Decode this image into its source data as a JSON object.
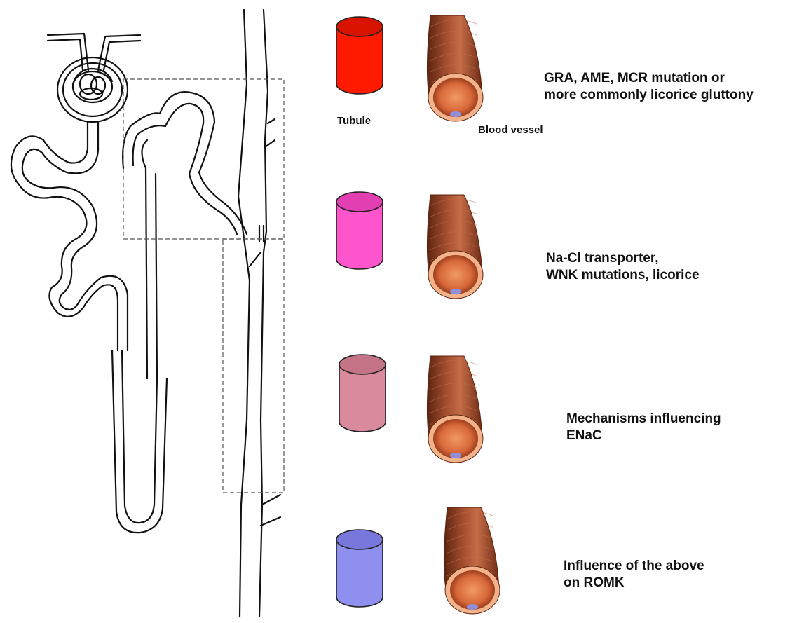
{
  "labels": {
    "tubule": "Tubule",
    "blood_vessel": "Blood vessel"
  },
  "rows": [
    {
      "tubule_color": "#ff1a00",
      "tubule_shade": "#d81400",
      "text_lines": [
        "GRA, AME, MCR mutation or",
        "more commonly licorice gluttony"
      ]
    },
    {
      "tubule_color": "#ff55cc",
      "tubule_shade": "#e23fb2",
      "text_lines": [
        "Na-Cl transporter,",
        "WNK mutations, licorice"
      ]
    },
    {
      "tubule_color": "#d98a9c",
      "tubule_shade": "#c47486",
      "text_lines": [
        "Mechanisms influencing",
        "ENaC"
      ]
    },
    {
      "tubule_color": "#8f8ff0",
      "tubule_shade": "#7878dc",
      "text_lines": [
        "Influence of the above",
        "on ROMK"
      ]
    }
  ],
  "colors": {
    "vessel_wall": "#8a3b22",
    "vessel_dark": "#5c2410",
    "vessel_light": "#c46c47",
    "vessel_lumen": "#e07a45",
    "vessel_rim": "#f2b28a",
    "cell": "#8f8fdc"
  }
}
